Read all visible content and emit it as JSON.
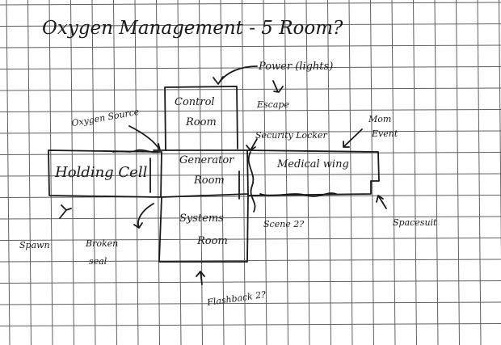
{
  "title": "Oxygen Management - 5 Room?",
  "rooms": {
    "control_room": [
      "Control",
      "Room"
    ],
    "holding_cell": "Holding Cell",
    "generator_room": [
      "Generator",
      "Room"
    ],
    "medical_wing": "Medical wing",
    "systems_room": [
      "Systems",
      "Room"
    ]
  },
  "notes": {
    "power": "Power (lights)",
    "escape": "Escape",
    "oxygen_source": "Oxygen Source",
    "security_locker": "Security Locker",
    "mom_event": [
      "Mom",
      "Event"
    ],
    "spawn": "Spawn",
    "broken_seal": [
      "Broken",
      "seal"
    ],
    "scene_2": "Scene 2?",
    "spacesuit": "Spacesuit",
    "flashback": "Flashback 2?"
  },
  "colors": {
    "ink": "#1a1a1a",
    "grid": "#5f5f5f",
    "paper": "#ffffff"
  }
}
